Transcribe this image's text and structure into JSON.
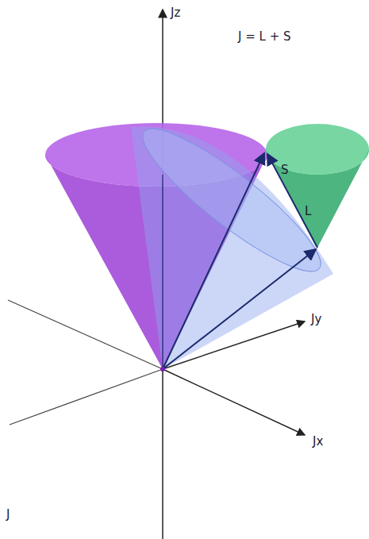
{
  "diagram": {
    "labels": [
      "Jz",
      "J = L + S",
      "S",
      "L",
      "Jy",
      "Jx",
      "J"
    ]
  }
}
